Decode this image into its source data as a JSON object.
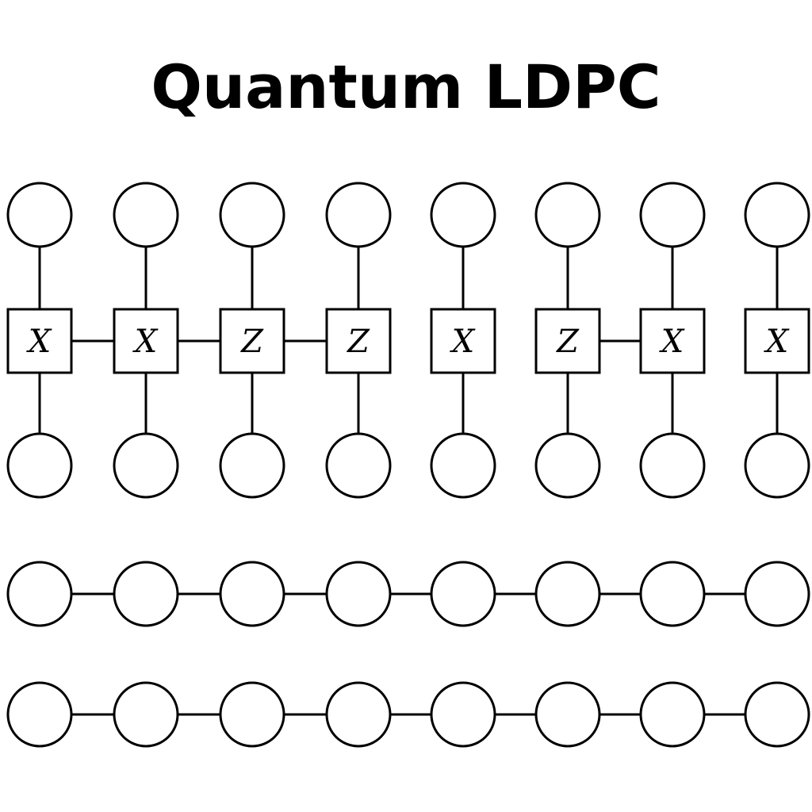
{
  "title": "Quantum LDPC",
  "colors": {
    "stroke": "#000000",
    "fill": "#ffffff",
    "text": "#000000"
  },
  "checks": [
    {
      "label": "X",
      "linked_to_next": true
    },
    {
      "label": "X",
      "linked_to_next": true
    },
    {
      "label": "Z",
      "linked_to_next": true
    },
    {
      "label": "Z",
      "linked_to_next": false
    },
    {
      "label": "X",
      "linked_to_next": false
    },
    {
      "label": "Z",
      "linked_to_next": true
    },
    {
      "label": "X",
      "linked_to_next": false
    },
    {
      "label": "X",
      "linked_to_next": false
    }
  ],
  "chains": [
    {
      "qubit_count": 8
    },
    {
      "qubit_count": 8
    }
  ]
}
